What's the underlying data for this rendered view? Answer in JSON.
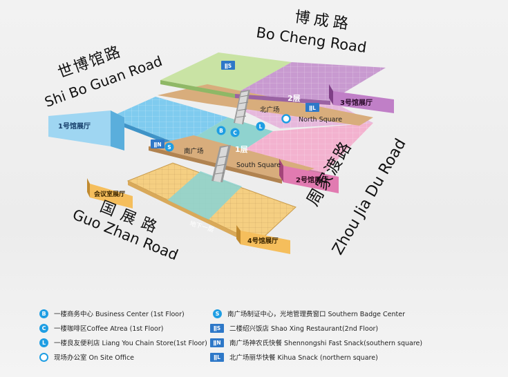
{
  "roads": {
    "north_cn": "博成路",
    "north_en": "Bo Cheng Road",
    "west_cn": "世博馆路",
    "west_en": "Shi Bo Guan Road",
    "east_cn": "周家渡路",
    "east_en": "Zhou Jia Du Road",
    "south_cn": "国展路",
    "south_en": "Guo Zhan Road"
  },
  "halls": {
    "hall1": "1号馆展厅",
    "hall2": "2号馆展厅",
    "hall3": "3号馆展厅",
    "hall4": "4号馆展厅",
    "meeting": "会议室展厅"
  },
  "floors": {
    "floor2": "2层",
    "floor1": "1层",
    "basement": "地下一层"
  },
  "squares": {
    "north_cn": "北广场",
    "north_en": "North Square",
    "south_cn": "南广场",
    "south_en": "South Square"
  },
  "markers": {
    "business": "B",
    "coffee": "C",
    "store": "L",
    "badge": "S",
    "shaoxing": "ǁS",
    "shennongshi": "ǁN",
    "kihua": "ǁL"
  },
  "legend": {
    "left": [
      {
        "icon": "B",
        "text": "一楼商务中心 Business Center (1st Floor)"
      },
      {
        "icon": "C",
        "text": "一楼咖啡区Coffee Atrea (1st Floor)"
      },
      {
        "icon": "L",
        "text": "一楼良友便利店 Liang You Chain Store(1st Floor)"
      },
      {
        "icon": "O",
        "text": "现场办公室 On Site Office"
      }
    ],
    "right": [
      {
        "icon": "S",
        "text": "南广场制证中心，光地管理费窗口 Southern Badge Center"
      },
      {
        "icon": "ǁS",
        "text": "二楼绍兴饭店 Shao Xing Restaurant(2nd Floor)"
      },
      {
        "icon": "ǁN",
        "text": "南广场神农氏快餐 Shennongshi Fast Snack(southern square)"
      },
      {
        "icon": "ǁL",
        "text": "北广场丽华快餐 Kihua Snack (northern square)"
      }
    ]
  },
  "colors": {
    "hall1": "#7fcbef",
    "hall2": "#f3b2cf",
    "hall3": "#bf86c4",
    "top_green": "#c9e3a4",
    "square_band": "#d8ad7c",
    "basement": "#f5cf82",
    "teal": "#8fd3cf",
    "icon_blue": "#1f9ee3",
    "restaurant_blue": "#2e78c8"
  }
}
